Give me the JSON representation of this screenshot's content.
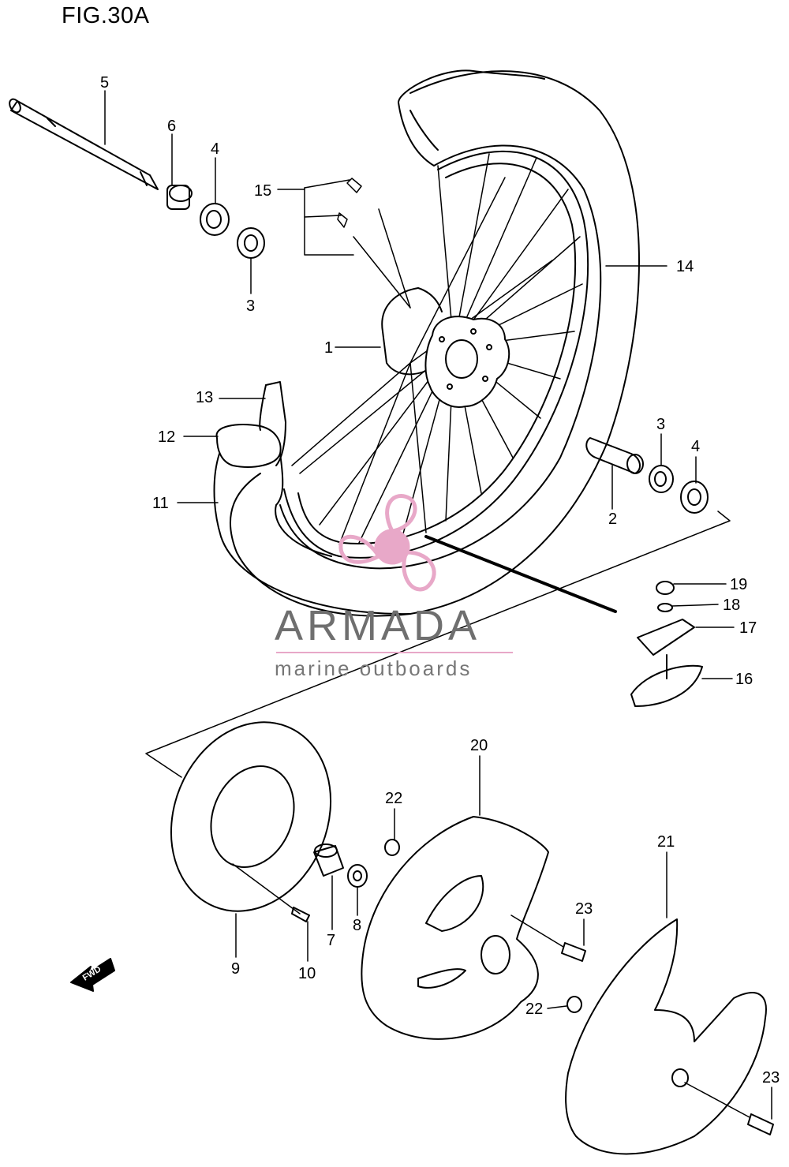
{
  "figure": {
    "title": "FIG.30A",
    "direction_label": "FWD"
  },
  "callouts": [
    "1",
    "2",
    "3",
    "3",
    "4",
    "4",
    "5",
    "6",
    "7",
    "8",
    "9",
    "10",
    "11",
    "12",
    "13",
    "14",
    "15",
    "16",
    "17",
    "18",
    "19",
    "20",
    "21",
    "22",
    "22",
    "23",
    "23"
  ],
  "watermark": {
    "brand": "ARMADA",
    "tagline": "marine outboards",
    "accent_color": "#e8a8c8"
  },
  "colors": {
    "line": "#000000",
    "background": "#ffffff"
  }
}
